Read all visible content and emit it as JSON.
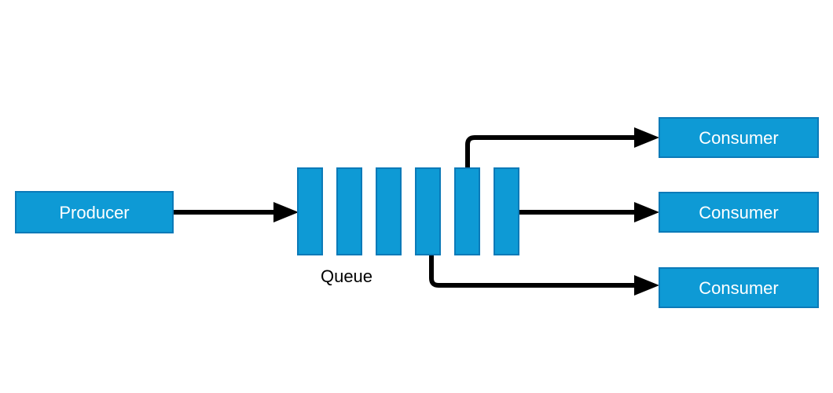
{
  "diagram": {
    "nodes": {
      "producer": {
        "label": "Producer"
      },
      "queue": {
        "label": "Queue",
        "slot_count": 6
      },
      "consumers": [
        {
          "label": "Consumer"
        },
        {
          "label": "Consumer"
        },
        {
          "label": "Consumer"
        }
      ]
    },
    "connections": [
      {
        "from": "producer",
        "to": "queue"
      },
      {
        "from": "queue",
        "to": "consumer-1"
      },
      {
        "from": "queue",
        "to": "consumer-2"
      },
      {
        "from": "queue",
        "to": "consumer-3"
      }
    ],
    "colors": {
      "background": "#ffffff",
      "node_fill": "#0e9ad5",
      "node_border": "#0b7ab8",
      "node_text": "#ffffff",
      "label_text": "#000000",
      "connector": "#000000"
    }
  }
}
